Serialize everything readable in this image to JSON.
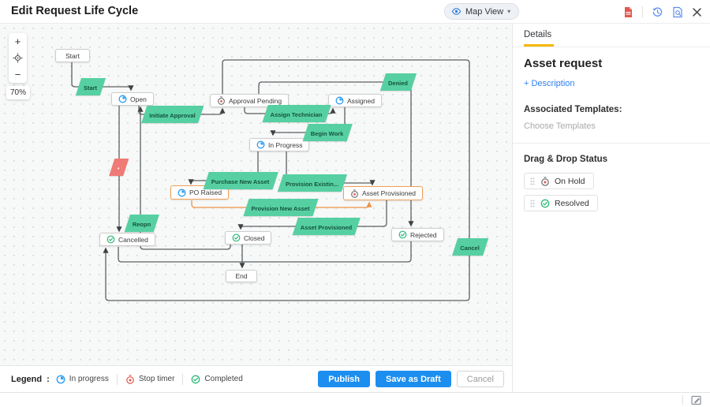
{
  "header": {
    "title": "Edit Request Life Cycle",
    "view_switcher": {
      "label": "Map View",
      "icon": "eye-icon",
      "caret": "▾"
    },
    "icons": [
      "export-pdf-icon",
      "history-icon",
      "preview-document-icon",
      "close-icon"
    ]
  },
  "zoom_controls": {
    "zoom_in": "+",
    "zoom_out": "−",
    "fit": "fit-screen-icon",
    "zoom_level": "70%"
  },
  "diagram": {
    "nodes": [
      {
        "id": "start",
        "label": "Start"
      },
      {
        "id": "open",
        "label": "Open",
        "icon": "in-progress"
      },
      {
        "id": "approval-pending",
        "label": "Approval Pending",
        "icon": "stop-timer"
      },
      {
        "id": "assigned",
        "label": "Assigned",
        "icon": "in-progress"
      },
      {
        "id": "in-progress",
        "label": "In Progress",
        "icon": "in-progress"
      },
      {
        "id": "po-raised",
        "label": "PO Raised",
        "icon": "in-progress",
        "selected": true
      },
      {
        "id": "asset-provisioned",
        "label": "Asset Provisioned",
        "icon": "stop-timer",
        "selected": true
      },
      {
        "id": "cancelled",
        "label": "Cancelled",
        "icon": "completed"
      },
      {
        "id": "closed",
        "label": "Closed",
        "icon": "completed"
      },
      {
        "id": "rejected",
        "label": "Rejected",
        "icon": "completed"
      },
      {
        "id": "end",
        "label": "End"
      }
    ],
    "transitions": [
      {
        "id": "t-start",
        "label": "Start"
      },
      {
        "id": "t-initiate-approval",
        "label": "Initiate Approval"
      },
      {
        "id": "t-assign-technician",
        "label": "Assign Technician"
      },
      {
        "id": "t-denied",
        "label": "Denied"
      },
      {
        "id": "t-begin-work",
        "label": "Begin Work"
      },
      {
        "id": "t-purchase-new-asset",
        "label": "Purchase New Asset"
      },
      {
        "id": "t-provision-existing",
        "label": "Provision Existin..."
      },
      {
        "id": "t-provision-new-asset",
        "label": "Provision New Asset"
      },
      {
        "id": "t-reopen",
        "label": "Reopn"
      },
      {
        "id": "t-asset-provisioned",
        "label": "Asset Provisioned"
      },
      {
        "id": "t-cancel",
        "label": "Cancel"
      },
      {
        "id": "t-collapsed-red",
        "label": "•"
      }
    ],
    "colors": {
      "transition_green": "#56d0a2",
      "transition_red": "#f07a75",
      "selected_orange": "#f0a055",
      "connector": "#5c6063",
      "connector_selected": "#ef9345"
    }
  },
  "legend": {
    "title": "Legend",
    "colon": ":",
    "items": [
      {
        "icon": "in-progress-icon",
        "label": "In progress"
      },
      {
        "icon": "stop-timer-icon",
        "label": "Stop timer"
      },
      {
        "icon": "completed-icon",
        "label": "Completed"
      }
    ]
  },
  "footer": {
    "publish": "Publish",
    "save_draft": "Save as Draft",
    "cancel": "Cancel"
  },
  "sidebar": {
    "tab": "Details",
    "title": "Asset request",
    "description_link": "+ Description",
    "associated_templates_label": "Associated Templates:",
    "choose_templates": "Choose Templates",
    "drag_drop_title": "Drag & Drop Status",
    "statuses": [
      {
        "icon": "stop-timer",
        "label": "On Hold"
      },
      {
        "icon": "completed",
        "label": "Resolved"
      }
    ],
    "accent_underline": "#f6b80b"
  }
}
